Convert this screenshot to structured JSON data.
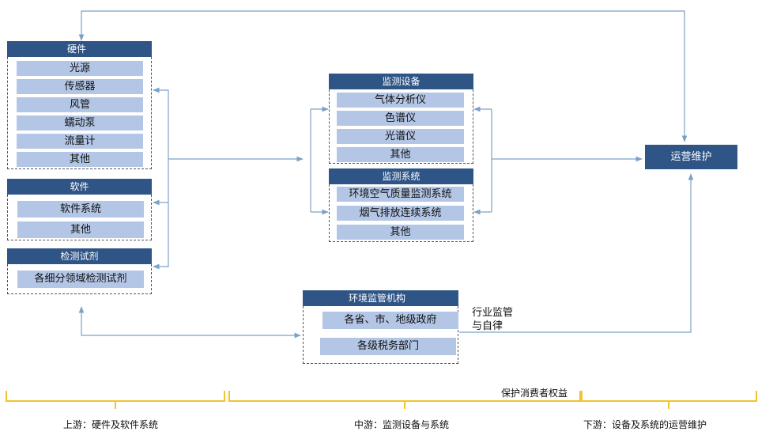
{
  "hardware": {
    "title": "硬件",
    "items": [
      "光源",
      "传感器",
      "风管",
      "蠕动泵",
      "流量计",
      "其他"
    ]
  },
  "software": {
    "title": "软件",
    "items": [
      "软件系统",
      "其他"
    ]
  },
  "reagent": {
    "title": "检测试剂",
    "items": [
      "各细分领域检测试剂"
    ]
  },
  "equipment": {
    "title": "监测设备",
    "items": [
      "气体分析仪",
      "色谱仪",
      "光谱仪",
      "其他"
    ]
  },
  "system": {
    "title": "监测系统",
    "items": [
      "环境空气质量监测系统",
      "烟气排放连续系统",
      "其他"
    ]
  },
  "agency": {
    "title": "环境监管机构",
    "items": [
      "各省、市、地级政府",
      "各级税务部门"
    ]
  },
  "operations": {
    "label": "运营维护"
  },
  "regulation_label": "行业监管与自律",
  "protect_label": "保护消费者权益",
  "stages": {
    "upstream": "上游：硬件及软件系统",
    "midstream": "中游：监测设备与系统",
    "downstream": "下游：设备及系统的运营维护"
  },
  "colors": {
    "header": "#2f5586",
    "item": "#b3c6e6",
    "arrow": "#7ba2c6",
    "bracket": "#f2c230"
  }
}
